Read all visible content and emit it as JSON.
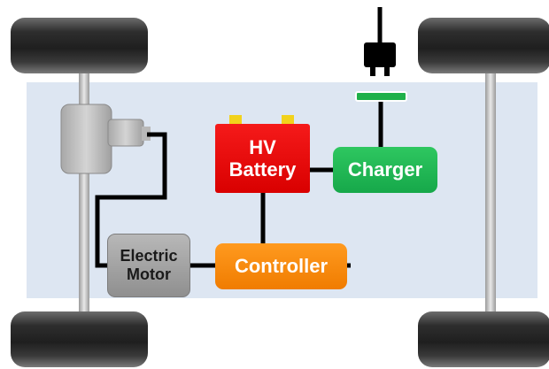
{
  "diagram": {
    "battery_label": "HV\nBattery",
    "charger_label": "Charger",
    "controller_label": "Controller",
    "motor_label": "Electric\nMotor"
  },
  "colors": {
    "chassis": "#dde6f2",
    "battery": "#e60000",
    "charger": "#22b655",
    "controller": "#f5870a",
    "motor": "#a6a6a6",
    "wire": "#000000",
    "tire": "#3a3a3a"
  },
  "icons": [
    "tire-icon",
    "axle-icon",
    "gearbox-icon",
    "plug-icon",
    "charge-port-icon",
    "battery-terminal-icon"
  ]
}
